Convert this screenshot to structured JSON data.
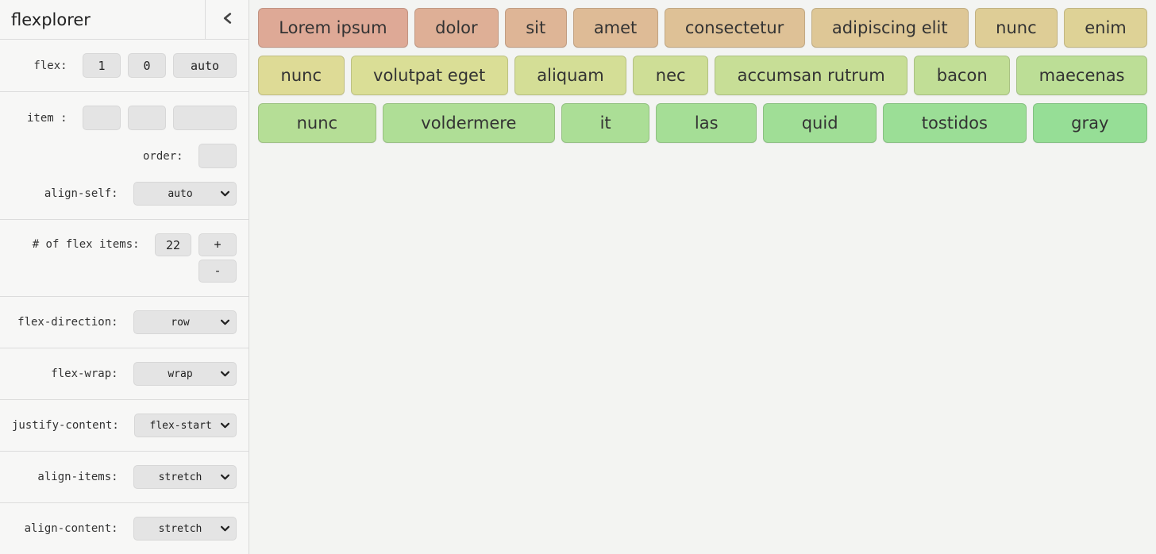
{
  "page": {
    "background": "#f3f4f2"
  },
  "sidebar": {
    "title": "flexplorer",
    "background": "#f7f7f6",
    "icons": {
      "collapse": "chevron-left-icon",
      "select_caret": "chevron-down-icon"
    },
    "controls": {
      "flex": {
        "label": "flex: ",
        "grow": "1",
        "shrink": "0",
        "basis": "auto"
      },
      "item": {
        "label": "item : ",
        "values": [
          "",
          "",
          ""
        ]
      },
      "order": {
        "label": "order: ",
        "value": ""
      },
      "align_self": {
        "label": "align-self: ",
        "value": "auto"
      },
      "num_items": {
        "label": "# of flex items: ",
        "value": "22",
        "increment_label": "+",
        "decrement_label": "-"
      },
      "flex_direction": {
        "label": "flex-direction: ",
        "value": "row"
      },
      "flex_wrap": {
        "label": "flex-wrap: ",
        "value": "wrap"
      },
      "justify_content": {
        "label": "justify-content: ",
        "value": "flex-start"
      },
      "align_items": {
        "label": "align-items: ",
        "value": "stretch"
      },
      "align_content": {
        "label": "align-content: ",
        "value": "stretch"
      }
    }
  },
  "flex_items": [
    {
      "label": "Lorem ipsum",
      "color": "#dea996",
      "row": 1
    },
    {
      "label": "dolor",
      "color": "#deaf96",
      "row": 1
    },
    {
      "label": "sit",
      "color": "#deb596",
      "row": 1
    },
    {
      "label": "amet",
      "color": "#debb96",
      "row": 1
    },
    {
      "label": "consectetur",
      "color": "#dec196",
      "row": 1
    },
    {
      "label": "adipiscing elit",
      "color": "#dec796",
      "row": 1
    },
    {
      "label": "nunc",
      "color": "#decd96",
      "row": 1
    },
    {
      "label": "enim",
      "color": "#ded296",
      "row": 1
    },
    {
      "label": "nunc",
      "color": "#dedb96",
      "row": 2
    },
    {
      "label": "volutpat eget",
      "color": "#dade96",
      "row": 2
    },
    {
      "label": "aliquam",
      "color": "#d4de96",
      "row": 2
    },
    {
      "label": "nec",
      "color": "#cede96",
      "row": 2
    },
    {
      "label": "accumsan rutrum",
      "color": "#c7de96",
      "row": 2
    },
    {
      "label": "bacon",
      "color": "#c1de96",
      "row": 2
    },
    {
      "label": "maecenas",
      "color": "#bcde96",
      "row": 2
    },
    {
      "label": "nunc",
      "color": "#b5de96",
      "row": 3
    },
    {
      "label": "voldermere",
      "color": "#afde96",
      "row": 3
    },
    {
      "label": "it",
      "color": "#abde96",
      "row": 3
    },
    {
      "label": "las",
      "color": "#a5de96",
      "row": 3
    },
    {
      "label": "quid",
      "color": "#a0de96",
      "row": 3
    },
    {
      "label": "tostidos",
      "color": "#9bde96",
      "row": 3
    },
    {
      "label": "gray",
      "color": "#96de96",
      "row": 3
    }
  ]
}
